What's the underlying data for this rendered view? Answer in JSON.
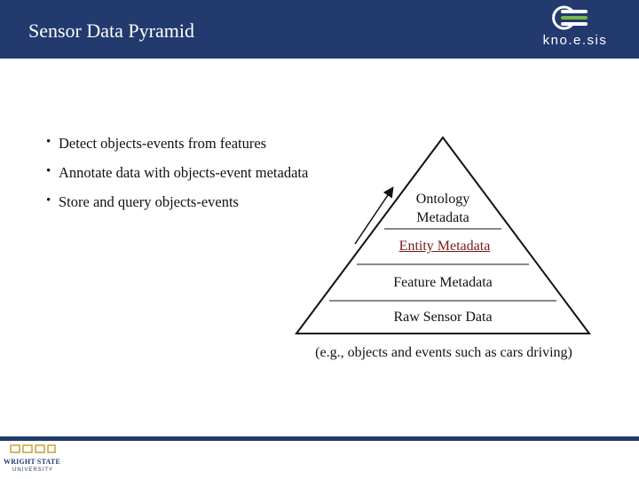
{
  "slide": {
    "title": "Sensor Data Pyramid",
    "brand_logo_text": "kno.e.sis",
    "footer_logo_text": "WRIGHT STATE",
    "footer_logo_subtext": "UNIVERSITY"
  },
  "bullets": [
    "Detect objects-events from features",
    "Annotate data with objects-event metadata",
    "Store and query objects-events"
  ],
  "pyramid": {
    "levels": {
      "ontology_line1": "Ontology",
      "ontology_line2": "Metadata",
      "entity": "Entity Metadata",
      "feature": "Feature Metadata",
      "raw": "Raw Sensor Data"
    },
    "caption": "(e.g., objects and events such as cars driving)"
  },
  "colors": {
    "header_bg": "#233a6e",
    "logo_green": "#7ab648",
    "entity_text": "#7a1a1a"
  }
}
